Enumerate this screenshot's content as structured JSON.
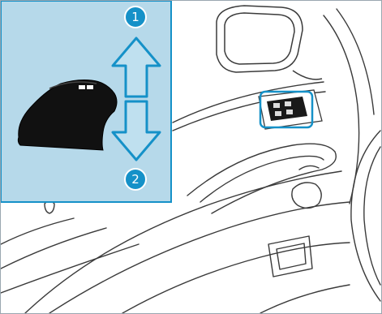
{
  "figure": {
    "callouts": [
      {
        "label": "1",
        "meaning": "up-arrow"
      },
      {
        "label": "2",
        "meaning": "down-arrow"
      }
    ],
    "colors": {
      "inset_bg": "#b6d9ea",
      "accent_blue": "#1591c8",
      "arrow_fill": "#bfe0ef",
      "switch_body": "#111111",
      "line": "#3a3a3a"
    }
  }
}
